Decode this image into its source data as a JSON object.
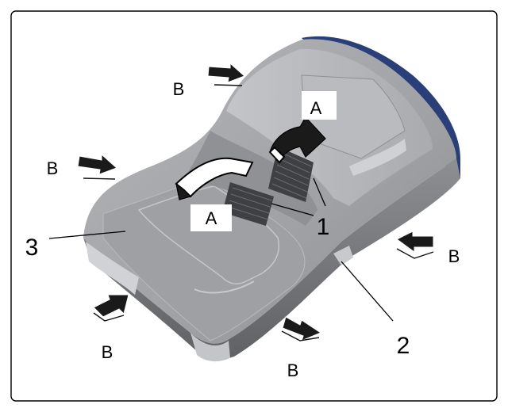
{
  "labels": {
    "a_left": "A",
    "a_right": "A",
    "b_top": "B",
    "b_left": "B",
    "b_right": "B",
    "b_bottom_left": "B",
    "b_bottom_center": "B",
    "callout_1": "1",
    "callout_2": "2",
    "callout_3": "3"
  },
  "colors": {
    "housing": "#a7a9ac",
    "housing_dark": "#7c7e81",
    "edge_trim": "#2a3f7a",
    "line": "#000000"
  },
  "icons": {
    "press_arrow": "push-arrow-icon",
    "lift_arrow": "lift-arrow-icon"
  }
}
